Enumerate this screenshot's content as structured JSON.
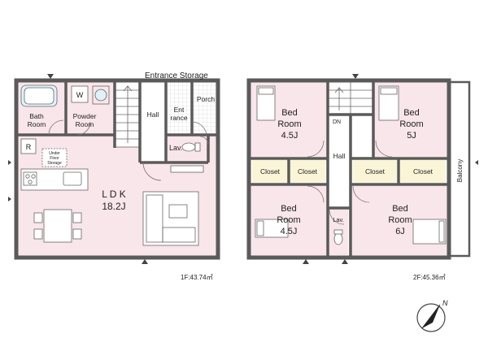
{
  "floor1": {
    "entrance_storage": "Entrance Storage",
    "bath": [
      "Bath",
      "Room"
    ],
    "powder": [
      "Powder",
      "Room"
    ],
    "washer": "W",
    "hall": "Hall",
    "entrance": [
      "Ent",
      "rance"
    ],
    "porch": "Porch",
    "lav": "Lav.",
    "fridge": "R",
    "under_floor": [
      "Under",
      "Floor",
      "Storage"
    ],
    "ldk": [
      "L D K",
      "18.2J"
    ],
    "area": "1F:43.74㎡"
  },
  "floor2": {
    "dn": "DN",
    "bed_nw": [
      "Bed",
      "Room",
      "4.5J"
    ],
    "bed_ne": [
      "Bed",
      "Room",
      "5J"
    ],
    "bed_sw": [
      "Bed",
      "Room",
      "4.5J"
    ],
    "bed_se": [
      "Bed",
      "Room",
      "6J"
    ],
    "closet": "Closet",
    "hall": "Hall",
    "lav": "Lav.",
    "balcony": "Balcony",
    "area": "2F:45.36㎡"
  },
  "compass": {
    "label": "N"
  },
  "colors": {
    "room_fill": "#f9e6ea",
    "wall": "#5a5a5a",
    "closet_fill": "#fbf5d8",
    "floor_white": "#ffffff"
  }
}
